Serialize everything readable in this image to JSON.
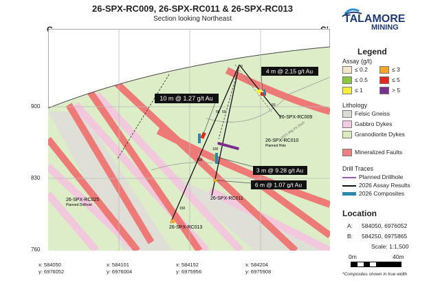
{
  "title": "26-SPX-RC009, 26-SPX-RC011 & 26-SPX-RC013",
  "subtitle": "Section looking Northeast",
  "section_left": "C",
  "section_right": "C’",
  "logo": {
    "line1": "TALAMORE",
    "line2": "MINING",
    "text_color": "#1f3b73",
    "accent_color": "#2b8fd6"
  },
  "elevation_labels": [
    "900",
    "830",
    "760"
  ],
  "easting_labels": [
    {
      "x": "x: 584050",
      "y": "y: 6976052"
    },
    {
      "x": "x: 584101",
      "y": "y: 6976004"
    },
    {
      "x": "x: 584152",
      "y": "y: 6975956"
    },
    {
      "x": "x: 584204",
      "y": "y: 6975908"
    }
  ],
  "map": {
    "collar_label": "0",
    "depth_labels": [
      "50",
      "100",
      "150"
    ],
    "holes": {
      "rc009": "26-SPX-RC009",
      "rc010": "26-SPX-RC010",
      "rc010_status": "Planned Hole",
      "rc011": "26-SPX-RC011",
      "rc013": "26-SPX-RC013",
      "rc025": "26-SPX-RC025",
      "rc025_status": "Planned Drillhole"
    },
    "pit_label": "2025 Mtg Pit Shell",
    "intercepts": [
      "4 m @ 2.15 g/t Au",
      "10 m @ 1.27 g/t Au",
      "3 m @ 9.28 g/t Au",
      "6 m @ 1.07 g/t Au"
    ]
  },
  "legend": {
    "title": "Legend",
    "assay_title": "Assay (g/t)",
    "assay_items": [
      {
        "label": "≤ 0.2",
        "color": "#f3e7c9"
      },
      {
        "label": "≤ 3",
        "color": "#f5a623"
      },
      {
        "label": "≤ 0.5",
        "color": "#8cc63f"
      },
      {
        "label": "≤ 5",
        "color": "#e8261c"
      },
      {
        "label": "≤ 1",
        "color": "#f4ed3a"
      },
      {
        "label": "> 5",
        "color": "#7b2e8e"
      }
    ],
    "lithology_title": "Lithology",
    "lithology_items": [
      {
        "label": "Felsic Gneiss",
        "color": "#dcdcd5"
      },
      {
        "label": "Gabbro Dykes",
        "color": "#f2cde1"
      },
      {
        "label": "Granodiorite Dykes",
        "color": "#d9ebbf"
      }
    ],
    "faults_label": "Mineralized Faults",
    "faults_color": "#f08080",
    "drill_title": "Drill Traces",
    "drill_items": [
      {
        "label": "Planned Drillhole",
        "color": "#9b59b6"
      },
      {
        "label": "2026 Assay Results",
        "color": "#111111"
      },
      {
        "label": "2026 Composites",
        "color": "#2e86ab"
      }
    ]
  },
  "location": {
    "title": "Location",
    "a_key": "A:",
    "a_value": "584050, 6976052",
    "b_key": "B:",
    "b_value": "584250, 6975865",
    "scale": "Scale: 1:1,500",
    "bar_start": "0m",
    "bar_end": "40m"
  },
  "footnote": "*Composites shown in true width"
}
